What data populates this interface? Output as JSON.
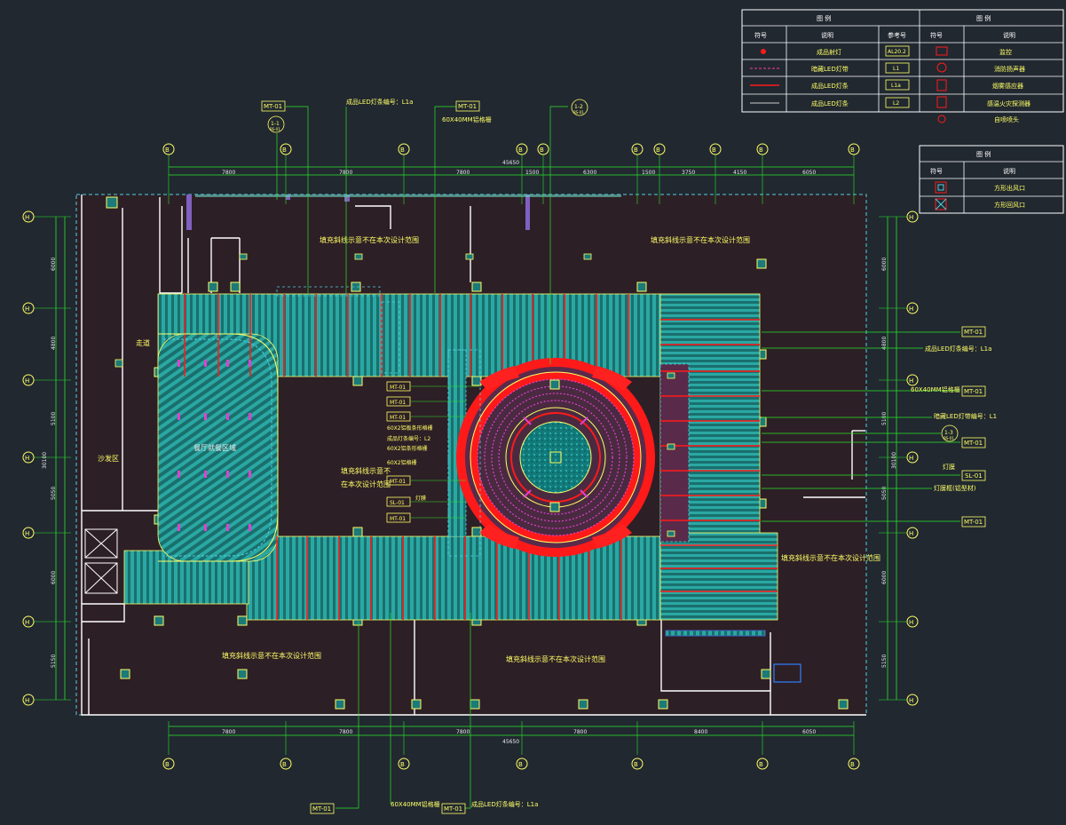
{
  "legend_main": {
    "title_left": "图  例",
    "title_right": "图  例",
    "headers_left": [
      "符号",
      "说明",
      "参考号"
    ],
    "headers_right": [
      "符号",
      "说明"
    ],
    "rows_left": [
      {
        "desc": "成品射灯",
        "ref": "AL20.2"
      },
      {
        "desc": "暗藏LED灯带",
        "ref": "L1"
      },
      {
        "desc": "成品LED灯条",
        "ref": "L1a"
      },
      {
        "desc": "成品LED灯条",
        "ref": "L2"
      }
    ],
    "rows_right": [
      "监控",
      "消防扬声器",
      "烟雾感应器",
      "感温火灾探测器",
      "自喷喷头"
    ]
  },
  "legend_small": {
    "title": "图  例",
    "headers": [
      "符号",
      "说明"
    ],
    "rows": [
      "方形出风口",
      "方形回风口"
    ]
  },
  "grid": {
    "top_labels": [
      "B",
      "B",
      "B",
      "B",
      "B",
      "B",
      "B",
      "B",
      "B",
      "B"
    ],
    "bottom_labels": [
      "B",
      "B",
      "B",
      "B",
      "B",
      "B",
      "B"
    ],
    "left_labels": [
      "H",
      "H",
      "H",
      "H",
      "H",
      "H",
      "H"
    ],
    "right_labels": [
      "H",
      "H",
      "H",
      "H",
      "H",
      "H",
      "H"
    ],
    "top_dims": [
      "7800",
      "7800",
      "7800",
      "1500",
      "6300",
      "1500",
      "3750",
      "4150",
      "6050"
    ],
    "top_total": "45650",
    "bottom_dims": [
      "7800",
      "7800",
      "7800",
      "7800",
      "8400",
      "6050"
    ],
    "bottom_total": "45650",
    "left_dims": [
      "6000",
      "4800",
      "5100",
      "5050",
      "6000",
      "5150"
    ],
    "left_total": "30100",
    "right_dims": [
      "6000",
      "4800",
      "5100",
      "5050",
      "6000",
      "5150"
    ],
    "right_total": "30100"
  },
  "callouts": {
    "mt01": "MT-01",
    "l1a_top": "成品LED灯条编号：L1a",
    "ceiling_60x40": "60X40MM铝格栅",
    "sec_1_1": "1-1",
    "sec_1_2": "1-2",
    "sec_1_3": "1-3",
    "sec_sub": "BS-01",
    "right_l1a": "成品LED灯条编号：L1a",
    "right_60x40": "60X40MM铝格栅",
    "right_l1": "暗藏LED灯带编号：L1",
    "right_light_film": "灯膜",
    "right_sl01": "SL-01",
    "right_lamp_frame": "灯膜框(铝型材)",
    "bottom_60x40": "60X40MM铝格栅",
    "bottom_l1a": "成品LED灯条编号：L1a",
    "center_notes": [
      "60X2铝板条形格栅",
      "成品灯条编号：L2",
      "60X2铝条形格栅",
      "60X2铝格栅"
    ],
    "center_mt": [
      "MT-01",
      "MT-01",
      "MT-01",
      "MT-01",
      "MT-01",
      "SL-01",
      "灯膜"
    ]
  },
  "rooms": {
    "hatched_note": "填充斜线示意不在本次设计范围",
    "center_note": "填充斜线示意不",
    "center_note2": "在本次设计范围",
    "left_room": "沙发区",
    "left_corridor": "走道",
    "restaurant": "餐厅就餐区域"
  },
  "colors": {
    "background": "#212830",
    "floor": "#2d1f26",
    "grid_line": "#28e628",
    "text": "#ffff66",
    "teal": "#1d8f8c",
    "red": "#ff1a1a",
    "magenta": "#e040d0"
  }
}
